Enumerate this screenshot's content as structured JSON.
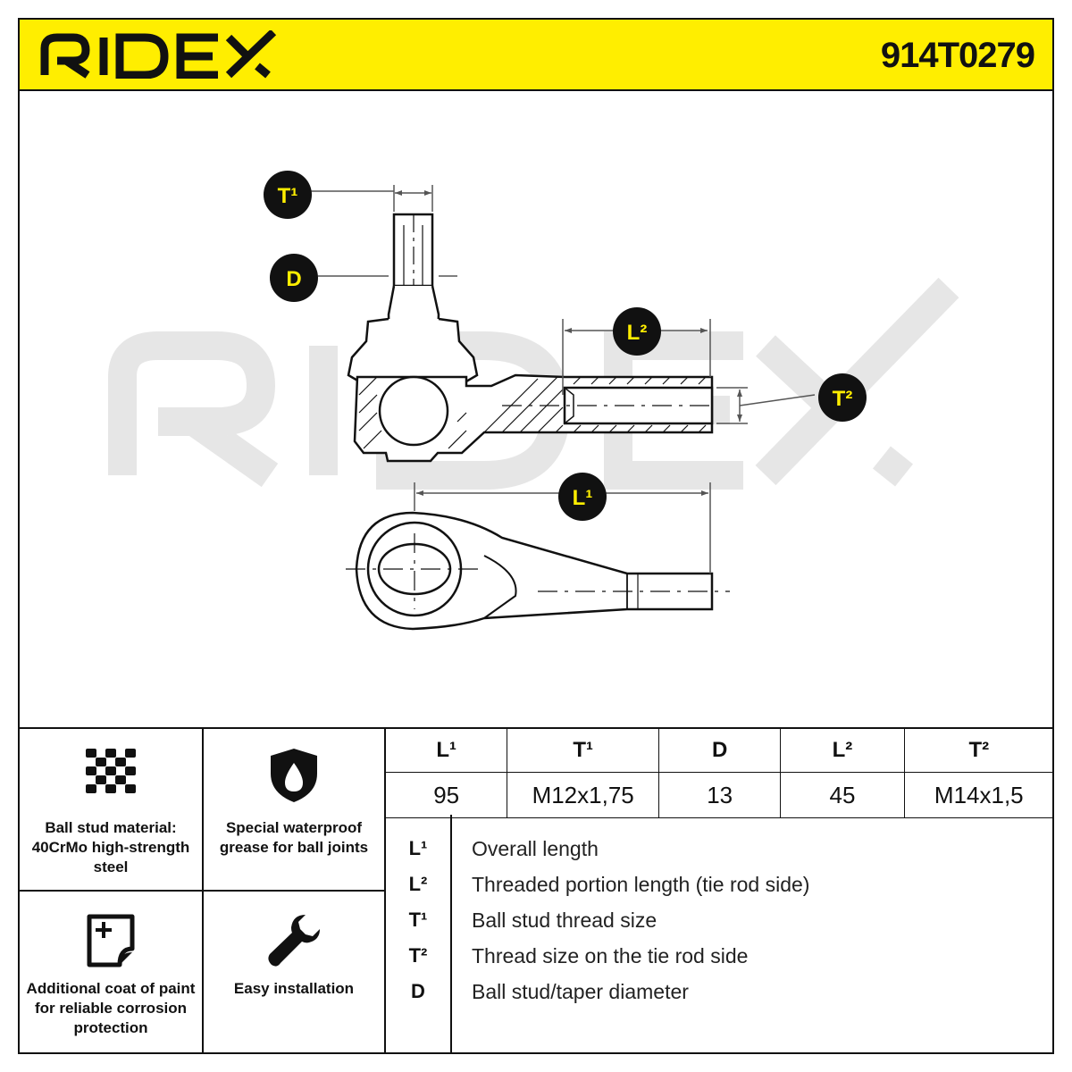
{
  "brand": "RIDEX",
  "watermark": "RIDEX",
  "part_number": "914T0279",
  "callouts": {
    "t1": "T¹",
    "d": "D",
    "l2": "L²",
    "t2": "T²",
    "l1": "L¹"
  },
  "features": [
    {
      "icon": "chain-mesh-icon",
      "label": "Ball stud material: 40CrMo high-strength steel"
    },
    {
      "icon": "water-drop-shield-icon",
      "label": "Special waterproof grease for ball joints"
    },
    {
      "icon": "paint-coat-icon",
      "label": "Additional coat of paint for reliable corrosion protection"
    },
    {
      "icon": "wrench-icon",
      "label": "Easy installation"
    }
  ],
  "specs": {
    "headers": [
      "L¹",
      "T¹",
      "D",
      "L²",
      "T²"
    ],
    "values": [
      "95",
      "M12x1,75",
      "13",
      "45",
      "M14x1,5"
    ]
  },
  "legend": [
    {
      "symbol": "L¹",
      "description": "Overall length"
    },
    {
      "symbol": "L²",
      "description": "Threaded portion length (tie rod side)"
    },
    {
      "symbol": "T¹",
      "description": "Ball stud thread size"
    },
    {
      "symbol": "T²",
      "description": "Thread size on the tie rod side"
    },
    {
      "symbol": "D",
      "description": "Ball stud/taper diameter"
    }
  ],
  "colors": {
    "header_yellow": "#ffee00",
    "callout_fill": "#111111",
    "callout_text": "#ffee00",
    "watermark": "#e6e6e6"
  }
}
